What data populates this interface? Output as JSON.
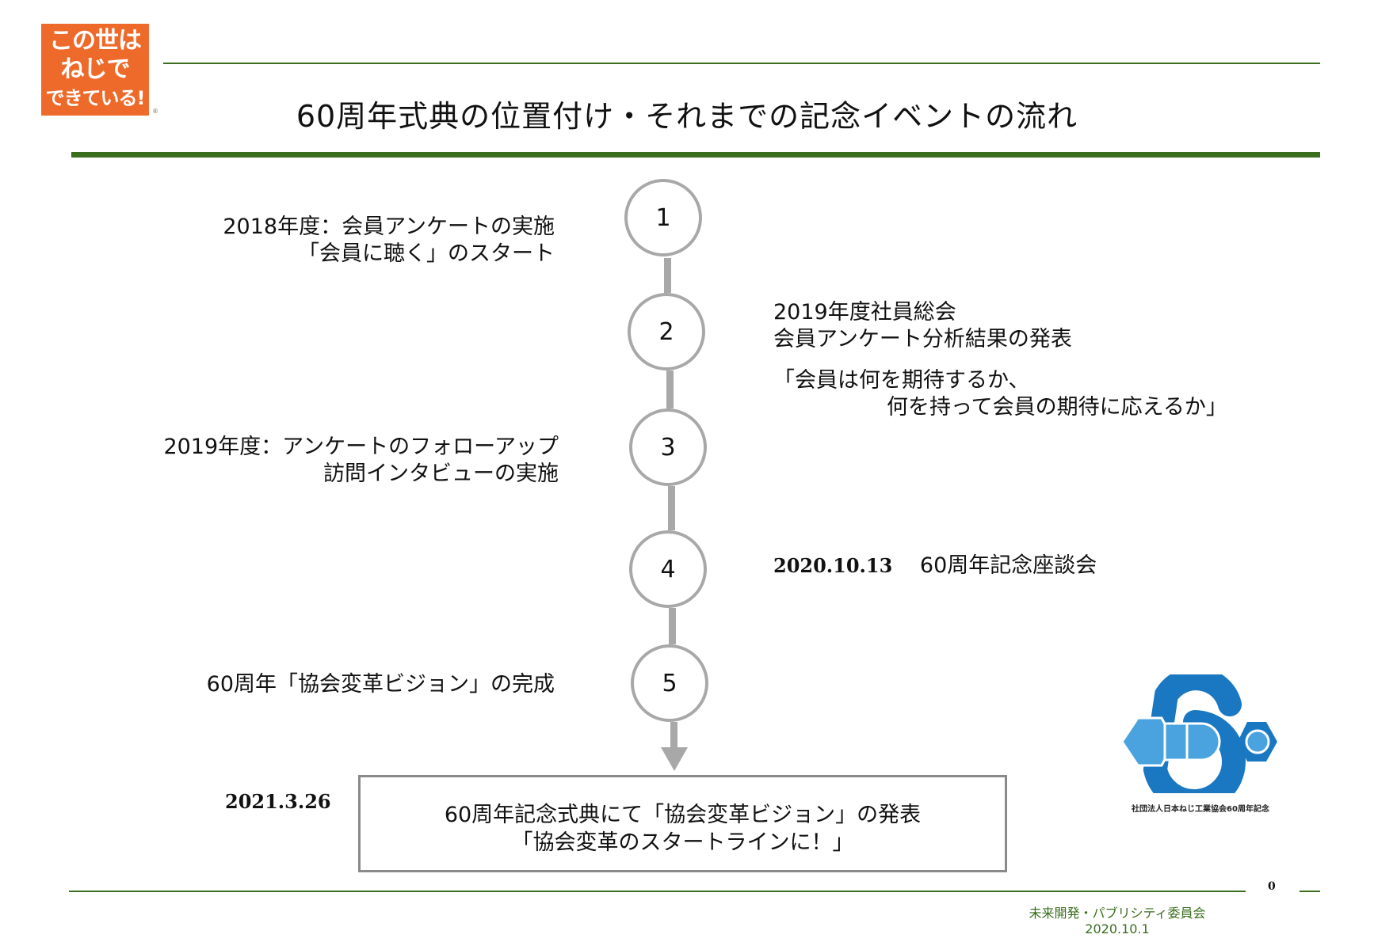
{
  "logo": {
    "lines": [
      "この世は",
      "ねじで",
      "できている!"
    ],
    "registered_mark": "®",
    "color": "#ee6a2a"
  },
  "title": "60周年式典の位置付け・それまでの記念イベントの流れ",
  "accent_color": "#3a6e1e",
  "steps": [
    {
      "number": "1",
      "left_lines": [
        "2018年度：会員アンケートの実施",
        "「会員に聴く」のスタート"
      ]
    },
    {
      "number": "2",
      "right_lines": [
        "2019年度社員総会",
        "会員アンケート分析結果の発表"
      ],
      "quote_lines": [
        "「会員は何を期待するか、",
        "何を持って会員の期待に応えるか」"
      ]
    },
    {
      "number": "3",
      "left_lines": [
        "2019年度：アンケートのフォローアップ",
        "訪問インタビューの実施"
      ]
    },
    {
      "number": "4",
      "date": "2020.10.13",
      "event": "60周年記念座談会"
    },
    {
      "number": "5",
      "left_lines": [
        "60周年「協会変革ビジョン」の完成"
      ]
    }
  ],
  "final": {
    "date": "2021.3.26",
    "lines": [
      "60周年記念式典にて「協会変革ビジョン」の発表",
      "「協会変革のスタートラインに！」"
    ]
  },
  "anniversary_badge": {
    "caption": "社団法人日本ねじ工業協会60周年記念",
    "colors": [
      "#1a78c2",
      "#4aa3df"
    ]
  },
  "footer": {
    "committee": "未来開発・パブリシティ委員会",
    "date": "2020.10.1"
  },
  "page_number": "0"
}
